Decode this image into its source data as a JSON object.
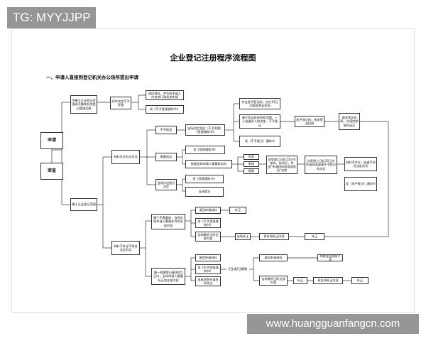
{
  "watermark_top": "TG: MYYJJPP",
  "watermark_bottom": "www.huangguanfangcn.com",
  "title": "企业登记注册程序流程图",
  "section_heading": "一、申请人直接到登记机关办公场所提出申请",
  "nodes": {
    "apply": "申请",
    "review": "审查",
    "not_scope": "不属于企业登记范围或不属本机关登记管辖范围",
    "immediate": "即时决定不予受理",
    "return_files": "退回材料，并告知申请人向有关行政机关申请",
    "notice_not_accept": "发《不予受理通知书》",
    "in_scope": "属于企业登记范围",
    "docs_complete": "材料齐全形式合法",
    "not_approved": "不予批准",
    "decide_no": "当场决定驳回（不予受理）《受理通知书》",
    "need_verify": "需要核实",
    "issue_acceptance": "发《受理通知书》",
    "verify_ask": "依据告知申请人需要核实的",
    "at_once_register": "当场作出登记决定",
    "on_site": "当场登记",
    "time_limit": "时间",
    "pass": "审核",
    "period": "期限",
    "decide_15": "自受理之日起15日内核实，核实后，作出“申请材料核准或驳回”决定",
    "decide_within": "自受理之日起15日内作出批准或者不予登记的决定",
    "grant": "准予登记的，核发营业执照",
    "reject_r": "发（不予登记）通知书",
    "accept_decision": "作出准予登记的，应在15日内颁发营业执照",
    "reg_decision_r": "属于登记机关职权范围，一人或者多人的决定，不予登记",
    "license_out": "颁发营业执照，在规定期限内送达",
    "collect": "领取营业执照手续",
    "register_done": "发（准予登记）通知书",
    "materials_r": "材料不齐全，或者不符合法定形式",
    "docs_need_fix": "材料不齐全不符合法定形式",
    "partial": "属于不需要的，当场告知申请人需要补齐的全部内容",
    "return_docs": "退回申请材料",
    "notice_fix": "发《不予受理通知书》",
    "supplement": "补正",
    "notify_fix_all": "告知需补正的全部内容",
    "submit_fix": "当场补正",
    "accept_after": "再告知补正内容",
    "supplement2": "补正",
    "not_fix_on_site": "属一般需登记事项的5日内，告知申请人需要补正的全部内容",
    "yes_ret": "接受申请材料",
    "issue_n": "发《不予受理通知书》",
    "fix_items": "出具收到申请材料凭证",
    "five_day": "5日或2日最晚",
    "ret2": "退回申请材料",
    "fix2": "告知需补正的全部内容",
    "supp3": "补正",
    "again2": "再告知补正内容",
    "final": "补正"
  }
}
